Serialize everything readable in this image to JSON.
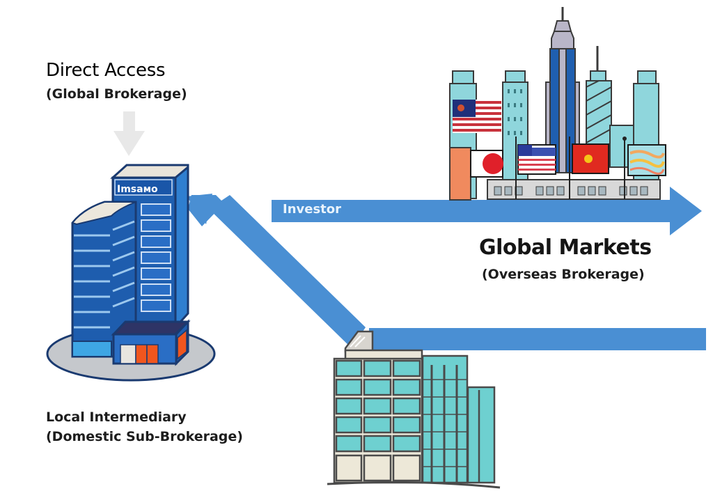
{
  "diagram": {
    "direct_access": {
      "title": "Direct Access",
      "subtitle": "(Global Brokerage)"
    },
    "local_intermediary": {
      "title": "Local Intermediary",
      "subtitle": "(Domestic Sub-Brokerage)"
    },
    "global_markets": {
      "title": "Global Markets",
      "subtitle": "(Overseas Brokerage)"
    },
    "investor_arrow": {
      "label": "Investor"
    },
    "building_sign": "Imsaмo",
    "colors": {
      "arrow_blue": "#4a8fd3",
      "building_dark_blue": "#1f5fb0",
      "glass_teal": "#6ed0d0",
      "skyline_teal": "#8fd6dc",
      "accent_orange": "#f0561e",
      "down_arrow_gray": "#e6e6e6"
    },
    "flags": [
      "us-style-flag",
      "japan-flag",
      "striped-union-flag",
      "red-sun-flag",
      "multicolor-flag"
    ]
  }
}
